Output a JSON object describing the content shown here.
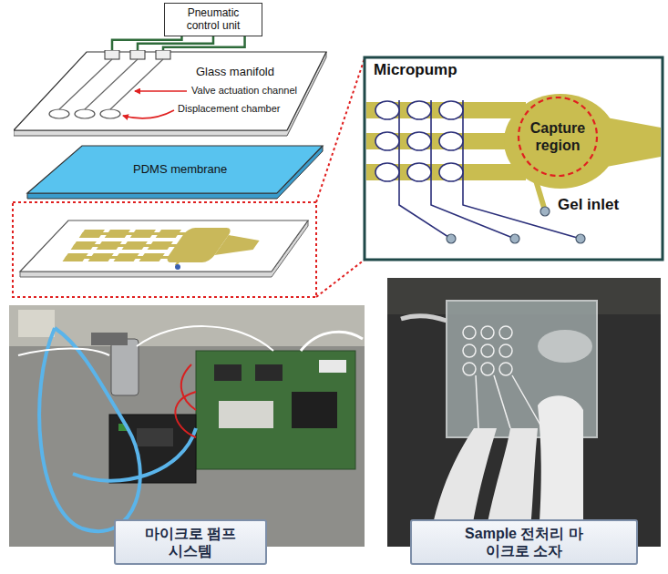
{
  "diagram": {
    "nodes": [
      {
        "text": [
          "Pneumatic control unit"
        ]
      },
      {
        "text": [
          "Glass manifold"
        ]
      },
      {
        "text": [
          "PDMS membrane"
        ]
      },
      {
        "text": [
          "Capture region"
        ]
      },
      {
        "text": [
          "마이크로 펌프 시스템"
        ]
      },
      {
        "text": [
          "Sample 전처리 마이크로 소자"
        ]
      }
    ],
    "edges": [
      {
        "from": 0,
        "to": 1,
        "arrow": "none"
      },
      {
        "from": 0,
        "to": 1,
        "arrow": "none"
      },
      {
        "from": 0,
        "to": 1,
        "arrow": "none"
      }
    ],
    "labels": [
      "Valve actuation channel",
      "Displacement chamber",
      "Micropump",
      "Gel inlet"
    ]
  }
}
